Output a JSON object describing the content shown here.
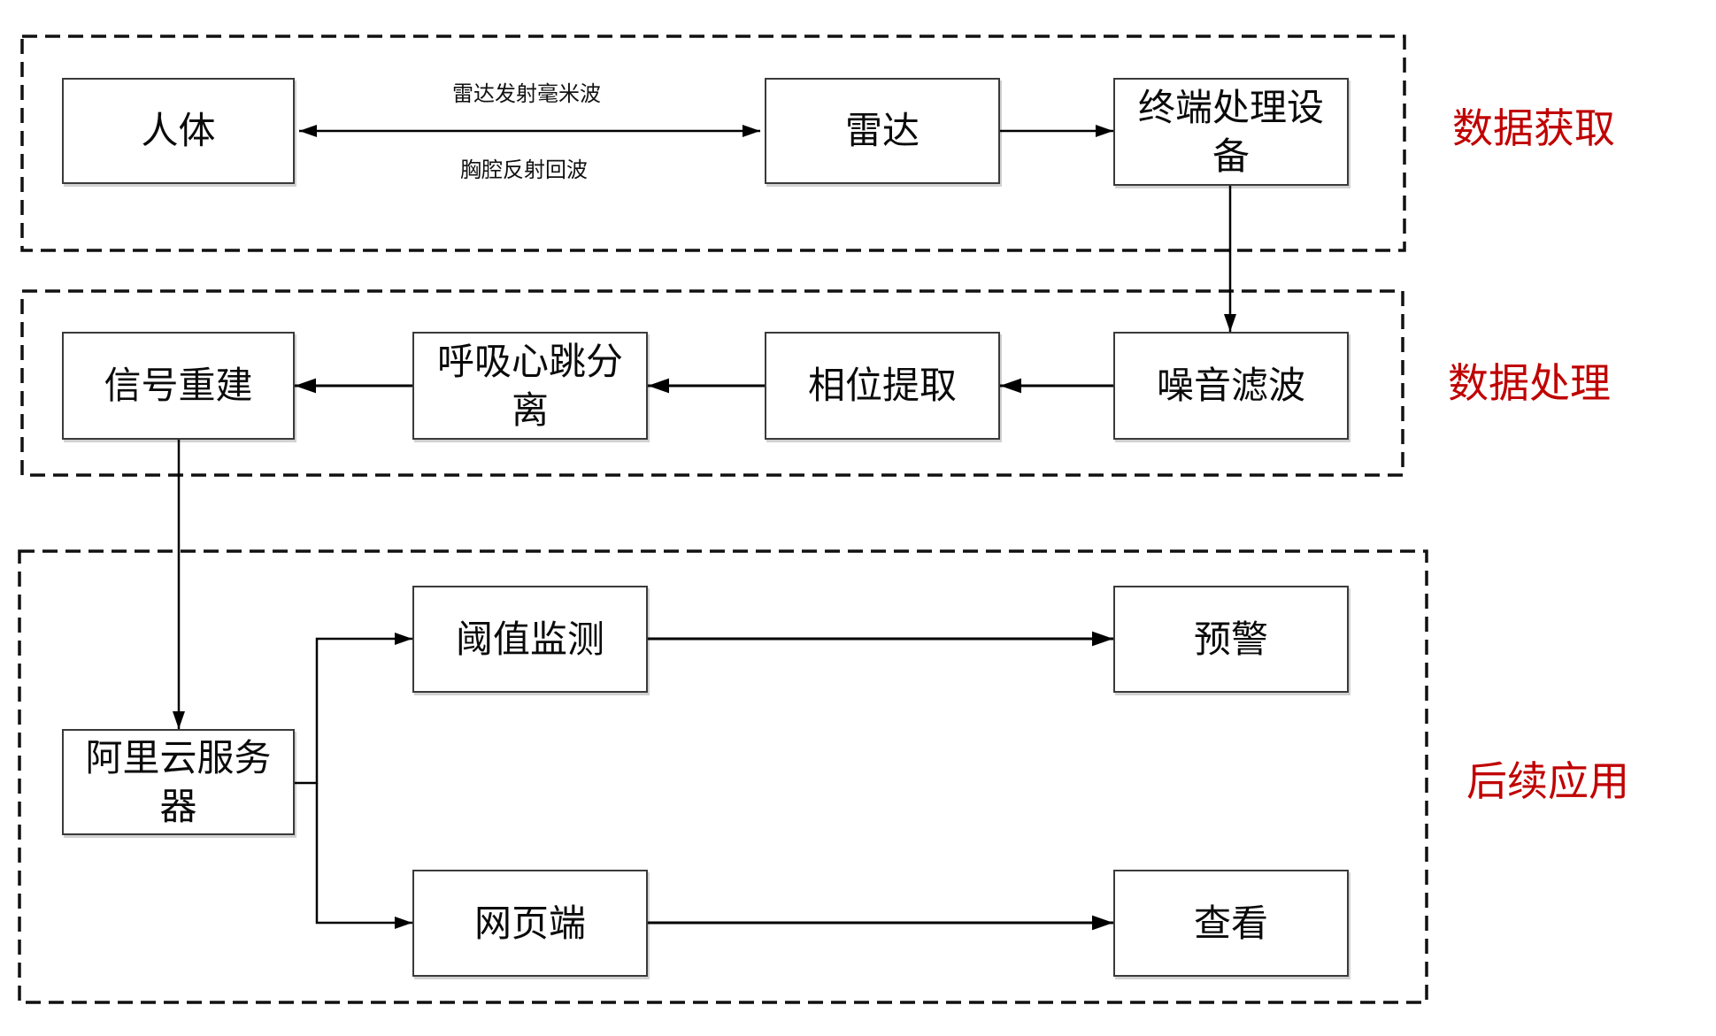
{
  "sections": [
    {
      "id": "acquisition",
      "label": "数据获取"
    },
    {
      "id": "processing",
      "label": "数据处理"
    },
    {
      "id": "application",
      "label": "后续应用"
    }
  ],
  "nodes": {
    "human": {
      "label": "人体"
    },
    "radar": {
      "label": "雷达"
    },
    "terminal": {
      "label": "终端处理设\n备"
    },
    "noise_filter": {
      "label": "噪音滤波"
    },
    "phase_extraction": {
      "label": "相位提取"
    },
    "breath_heart_separation": {
      "label": "呼吸心跳分\n离"
    },
    "signal_reconstruction": {
      "label": "信号重建"
    },
    "aliyun_server": {
      "label": "阿里云服务\n器"
    },
    "threshold_monitor": {
      "label": "阈值监测"
    },
    "alert": {
      "label": "预警"
    },
    "web_client": {
      "label": "网页端"
    },
    "view": {
      "label": "查看"
    }
  },
  "edge_labels": {
    "radar_emit": "雷达发射毫米波",
    "chest_echo": "胸腔反射回波"
  },
  "colors": {
    "section_label": "#c00000",
    "line": "#000000",
    "box_border": "#3a3a3a",
    "background": "#ffffff"
  }
}
